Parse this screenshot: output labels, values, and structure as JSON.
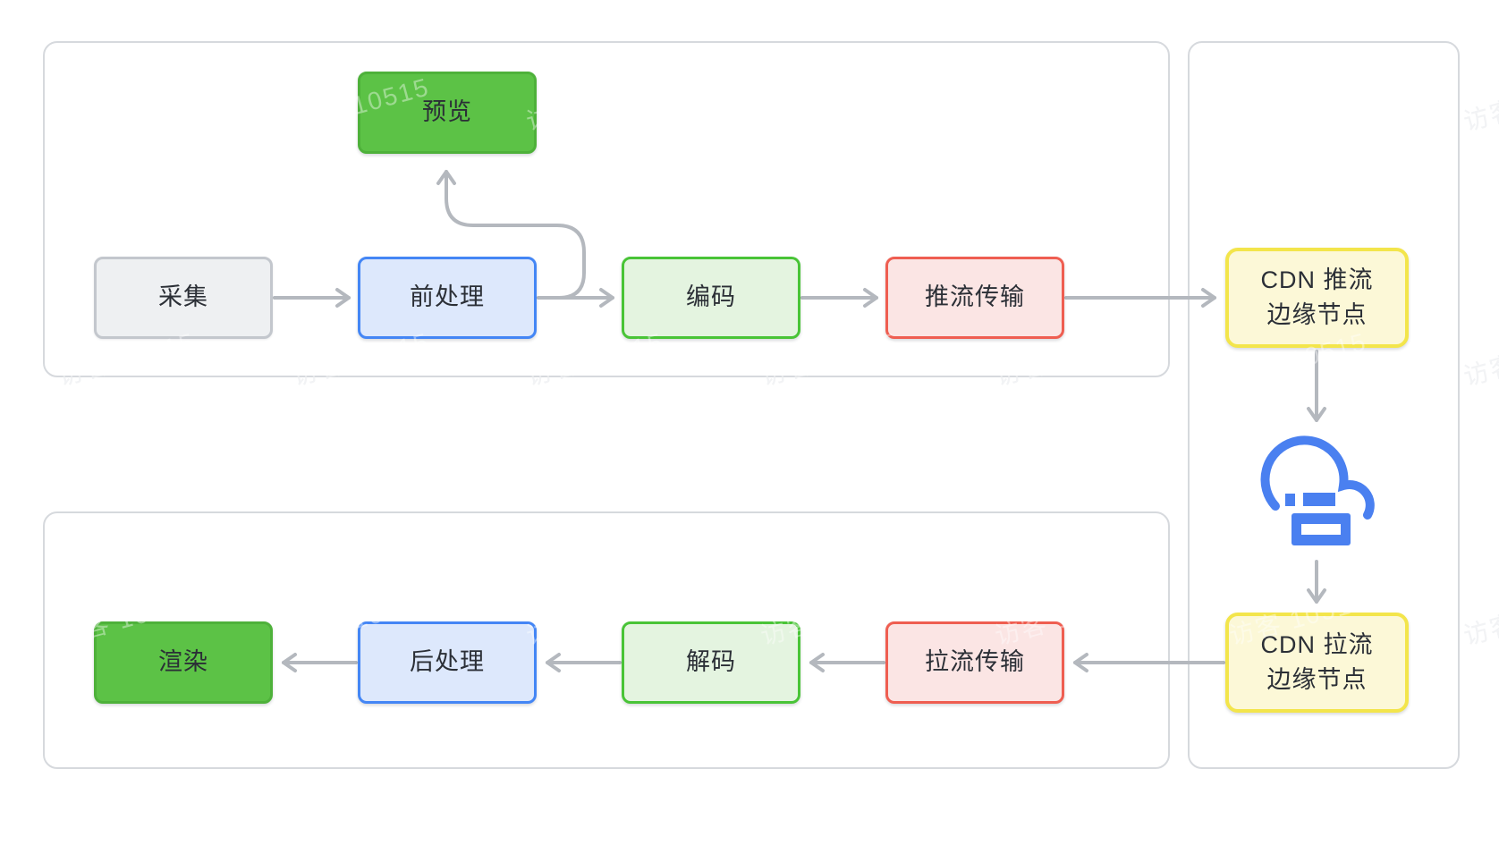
{
  "watermark": {
    "text": "访客 10515"
  },
  "colors": {
    "node_gray_bg": "#eef0f2",
    "node_gray_border": "#c3c7cd",
    "node_blue_bg": "#dde8fc",
    "node_blue_border": "#4486f5",
    "node_green_solid_bg": "#5cc246",
    "node_green_solid_border": "#4eb13a",
    "node_green_light_bg": "#e4f4e0",
    "node_green_light_border": "#49c437",
    "node_red_bg": "#fbe5e4",
    "node_red_border": "#ef5e51",
    "node_yellow_bg": "#fcf8d7",
    "node_yellow_border": "#f3e54b",
    "arrow": "#b4b8be",
    "container_border": "#d6d9dd",
    "icon_blue": "#4a80f0",
    "text": "#2b2f36",
    "watermark": "#e9ebee"
  },
  "nodes": {
    "capture": {
      "label": "采集"
    },
    "preprocess": {
      "label": "前处理"
    },
    "preview": {
      "label": "预览"
    },
    "encode": {
      "label": "编码"
    },
    "push_transport": {
      "label": "推流传输"
    },
    "cdn_push": {
      "line1": "CDN 推流",
      "line2": "边缘节点"
    },
    "cdn_pull": {
      "line1": "CDN 拉流",
      "line2": "边缘节点"
    },
    "pull_transport": {
      "label": "拉流传输"
    },
    "decode": {
      "label": "解码"
    },
    "postprocess": {
      "label": "后处理"
    },
    "render": {
      "label": "渲染"
    }
  },
  "edges": [
    {
      "from": "采集",
      "to": "前处理"
    },
    {
      "from": "前处理",
      "to": "预览"
    },
    {
      "from": "前处理",
      "to": "编码"
    },
    {
      "from": "编码",
      "to": "推流传输"
    },
    {
      "from": "推流传输",
      "to": "CDN 推流边缘节点"
    },
    {
      "from": "CDN 推流边缘节点",
      "to": "云"
    },
    {
      "from": "云",
      "to": "CDN 拉流边缘节点"
    },
    {
      "from": "CDN 拉流边缘节点",
      "to": "拉流传输"
    },
    {
      "from": "拉流传输",
      "to": "解码"
    },
    {
      "from": "解码",
      "to": "后处理"
    },
    {
      "from": "后处理",
      "to": "渲染"
    }
  ],
  "icons": {
    "cloud": "cloud-server-icon"
  }
}
